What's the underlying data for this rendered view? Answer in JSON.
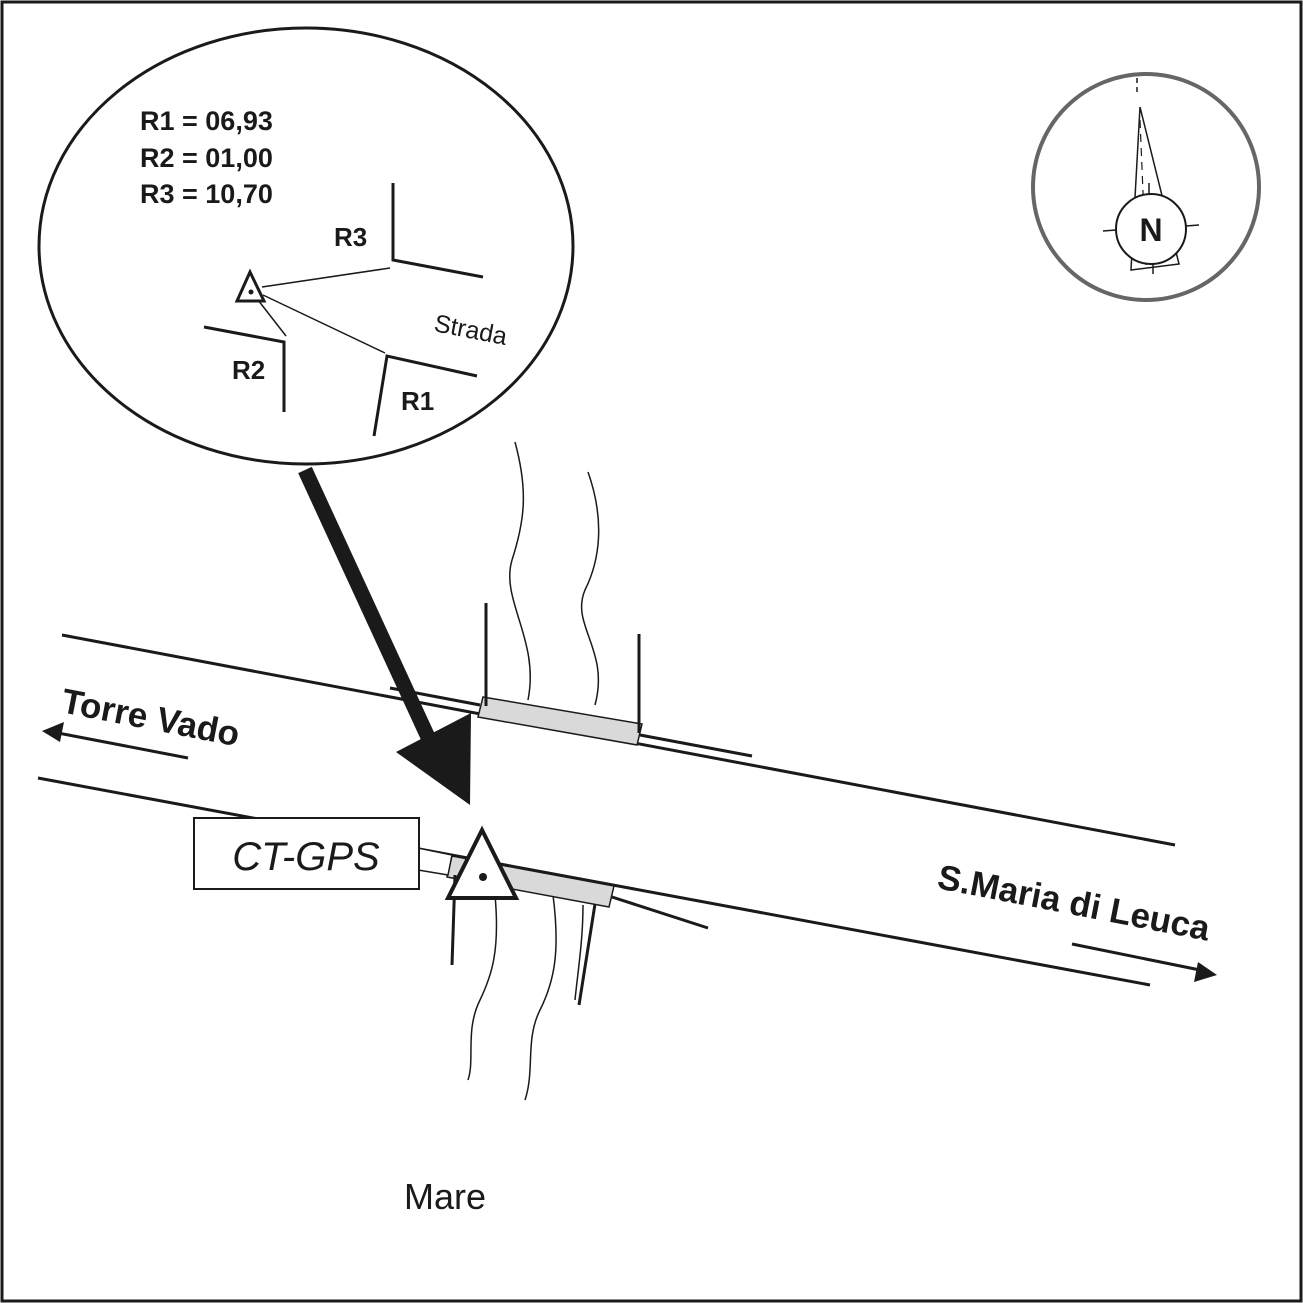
{
  "inset": {
    "measures": [
      {
        "text": "R1 = 06,93"
      },
      {
        "text": "R2 = 01,00"
      },
      {
        "text": "R3 = 10,70"
      }
    ],
    "ref_labels": {
      "r1": "R1",
      "r2": "R2",
      "r3": "R3"
    },
    "road_label": "Strada"
  },
  "compass": {
    "north_label": "N",
    "border_color": "#666666"
  },
  "station_label": "CT-GPS",
  "places": {
    "west": "Torre Vado",
    "east": "S.Maria di Leuca",
    "sea": "Mare"
  },
  "colors": {
    "ink": "#1a1a1a",
    "bridge_fill": "#d9d9d9",
    "frame": "#1a1a1a"
  }
}
